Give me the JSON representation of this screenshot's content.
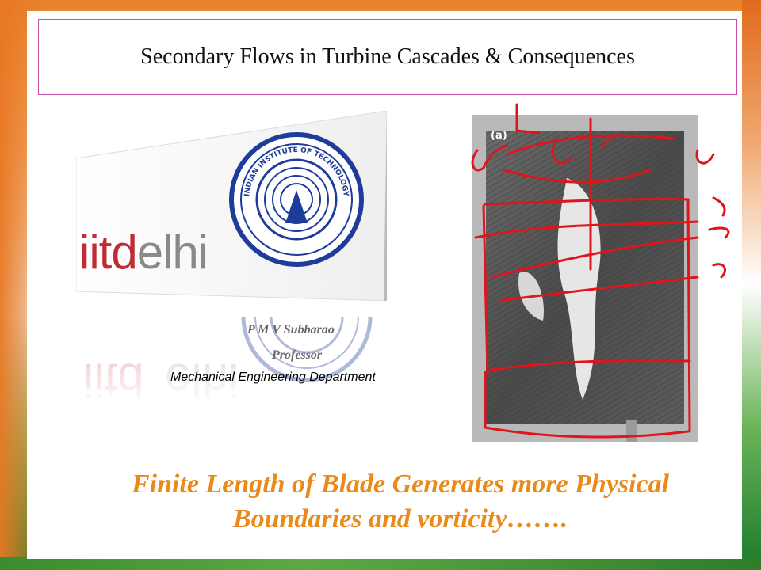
{
  "slide": {
    "title": "Secondary Flows in Turbine Cascades & Consequences",
    "logo": {
      "wordmark_part1": "iitd",
      "wordmark_part2": "elhi",
      "seal_text": "INDIAN INSTITUTE OF TECHNOLOGY DELHI"
    },
    "author": {
      "name": "P M V Subbarao",
      "role": "Professor",
      "department": "Mechanical Engineering Department"
    },
    "figure": {
      "panel_label": "(a)"
    },
    "caption_line1": "Finite Length of Blade Generates more Physical",
    "caption_line2": "Boundaries and  vorticity……."
  },
  "colors": {
    "saffron": "#e8832c",
    "green": "#1f7a2c",
    "caption": "#e98a1a",
    "title_border": "#c24fa8",
    "ink": "#e0141c"
  }
}
